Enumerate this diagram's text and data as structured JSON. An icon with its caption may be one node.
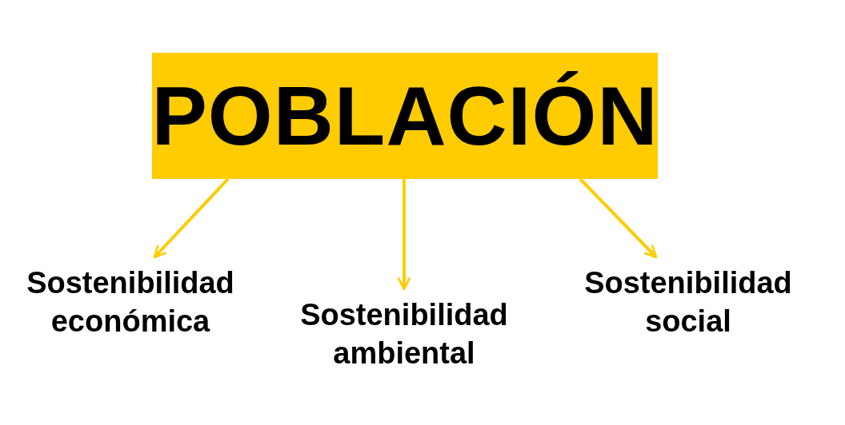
{
  "diagram": {
    "nodes": [
      {
        "text": [
          "POBLACIÓN"
        ]
      },
      {
        "text": [
          "Sostenibilidad económica"
        ]
      },
      {
        "text": [
          "Sostenibilidad ambiental"
        ]
      },
      {
        "text": [
          "Sostenibilidad social"
        ]
      }
    ],
    "edges": [
      {
        "from": 0,
        "to": 1,
        "arrow": "to",
        "color": "#fecc00"
      },
      {
        "from": 0,
        "to": 2,
        "arrow": "to",
        "color": "#fecc00"
      },
      {
        "from": 0,
        "to": 3,
        "arrow": "to",
        "color": "#fecc00"
      }
    ]
  }
}
